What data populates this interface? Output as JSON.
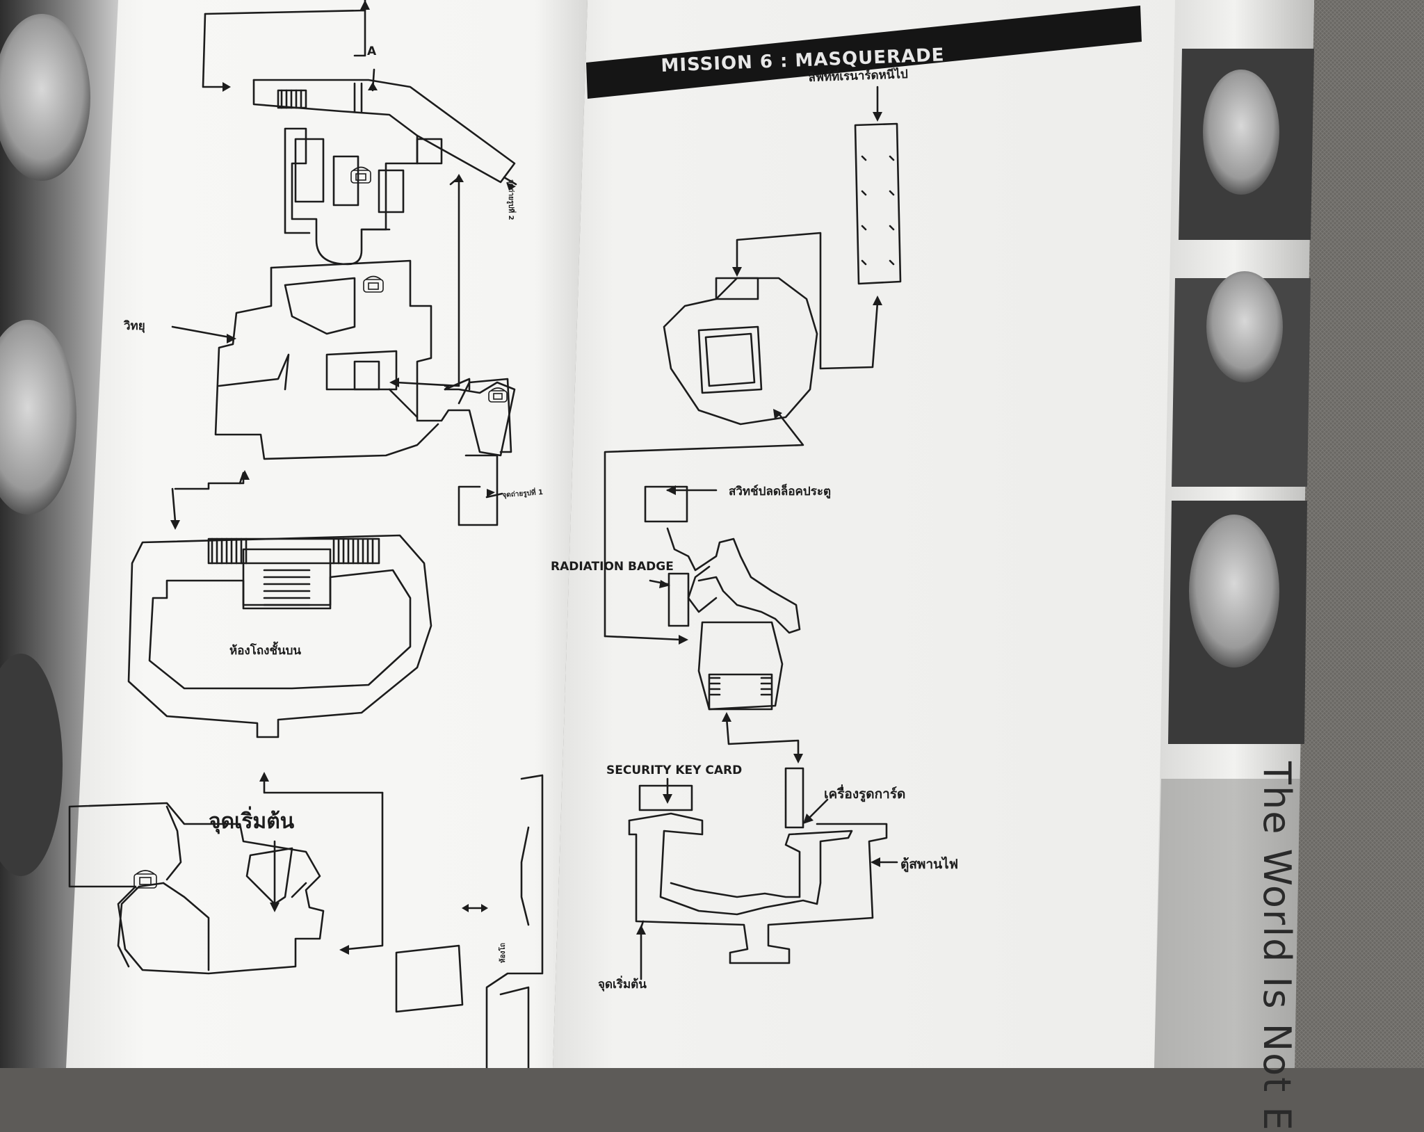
{
  "page_left": {
    "labels": {
      "vitthayu": "วิทยุ",
      "photo_point_2": "จุดถ่ายรูปที่ 2",
      "photo_point_1": "จุดถ่ายรูปที่ 1",
      "upper_casino": "ห้องโถงชั้นบน",
      "start_point": "จุดเริ่มต้น",
      "marker_a": "A",
      "bottom_room": "ห้องโถ"
    }
  },
  "page_right": {
    "header": "MISSION 6 : MASQUERADE",
    "labels": {
      "lift": "ลิฟท์ที่เรนาร์ดหนีไป",
      "door_lock_switch": "สวิทช์ปลดล็อคประตู",
      "radiation_badge": "RADIATION BADGE",
      "security_key_card": "SECURITY KEY CARD",
      "card_reader": "เครื่องรูดการ์ด",
      "electrical_cabinet": "ตู้สพานไฟ",
      "start_point": "จุดเริ่มต้น"
    }
  },
  "spine": {
    "title": "The World Is Not E"
  },
  "colors": {
    "paper": "#f4f4f2",
    "ink": "#1c1c1c",
    "banner": "#151515",
    "background": "#5d5b58"
  }
}
